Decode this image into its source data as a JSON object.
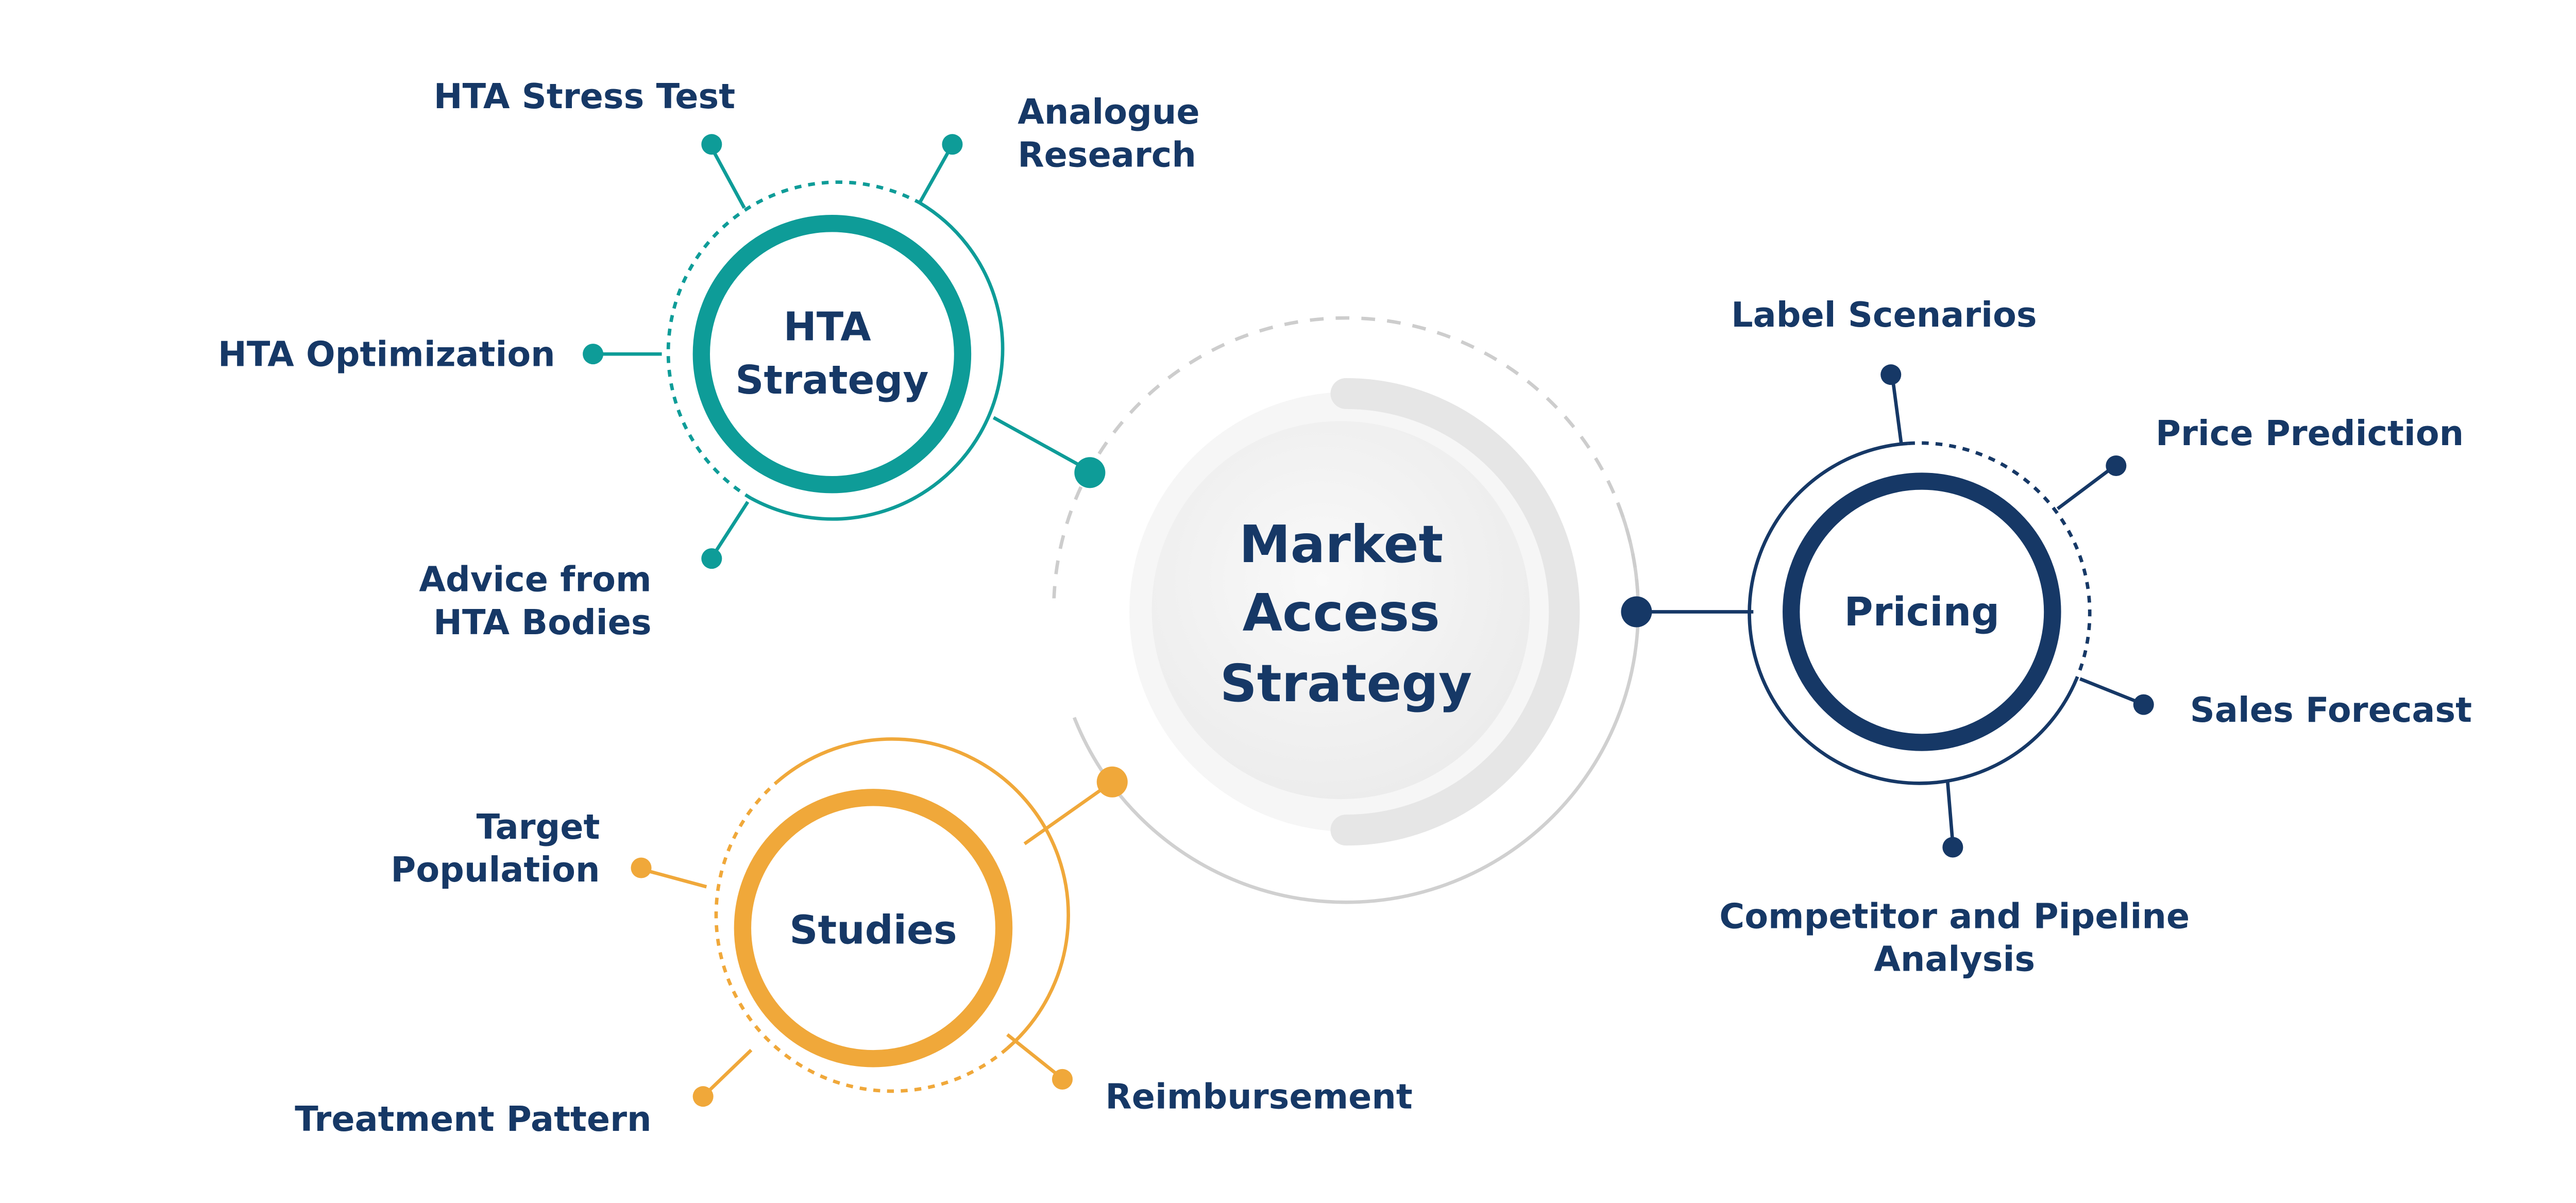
{
  "colors": {
    "teal": "#0e9c98",
    "orange": "#f0a83a",
    "navy": "#163866",
    "text": "#163866",
    "hub_ring": "#d0d0d0",
    "hub_dashed": "#cdcdcd",
    "hub_fill": "#f1f1f1"
  },
  "hub": {
    "title_lines": [
      "Market",
      "Access",
      "Strategy"
    ]
  },
  "hta": {
    "title_lines": [
      "HTA",
      "Strategy"
    ],
    "labels": {
      "stress_test": "HTA Stress Test",
      "analogue_1": "Analogue",
      "analogue_2": "Research",
      "optimization": "HTA Optimization",
      "advice_1": "Advice from",
      "advice_2": "HTA Bodies"
    }
  },
  "studies": {
    "title_lines": [
      "Studies"
    ],
    "labels": {
      "target_1": "Target",
      "target_2": "Population",
      "treatment": "Treatment Pattern",
      "reimbursement": "Reimbursement"
    }
  },
  "pricing": {
    "title_lines": [
      "Pricing"
    ],
    "labels": {
      "label_scenarios": "Label Scenarios",
      "price_prediction": "Price Prediction",
      "sales_forecast": "Sales Forecast",
      "competitor_1": "Competitor and Pipeline",
      "competitor_2": "Analysis"
    }
  }
}
